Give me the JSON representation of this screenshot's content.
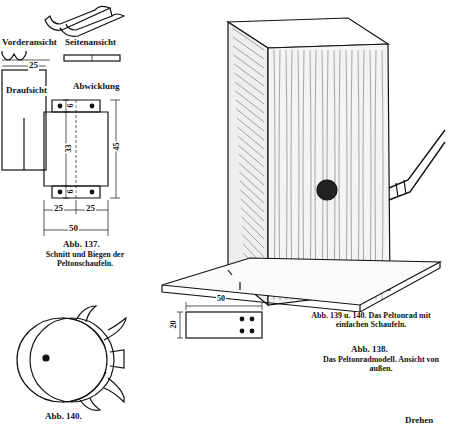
{
  "diagram": {
    "labels": [
      "Vorderansicht",
      "Seitenansicht",
      "25",
      "Draufsicht",
      "Abwicklung",
      "6",
      "33",
      "6",
      "45",
      "25",
      "25",
      "50",
      "Abb. 137.",
      "Schnitt und Biegen der Peltonschaufeln.",
      "Abb. 138.",
      "Das Peltonradmodell. Ansicht von außen.",
      "50",
      "20",
      "Abb. 139 u. 140. Das Peltonrad mit einfachen Schaufeln.",
      "Abb. 140.",
      "Drehen"
    ]
  }
}
